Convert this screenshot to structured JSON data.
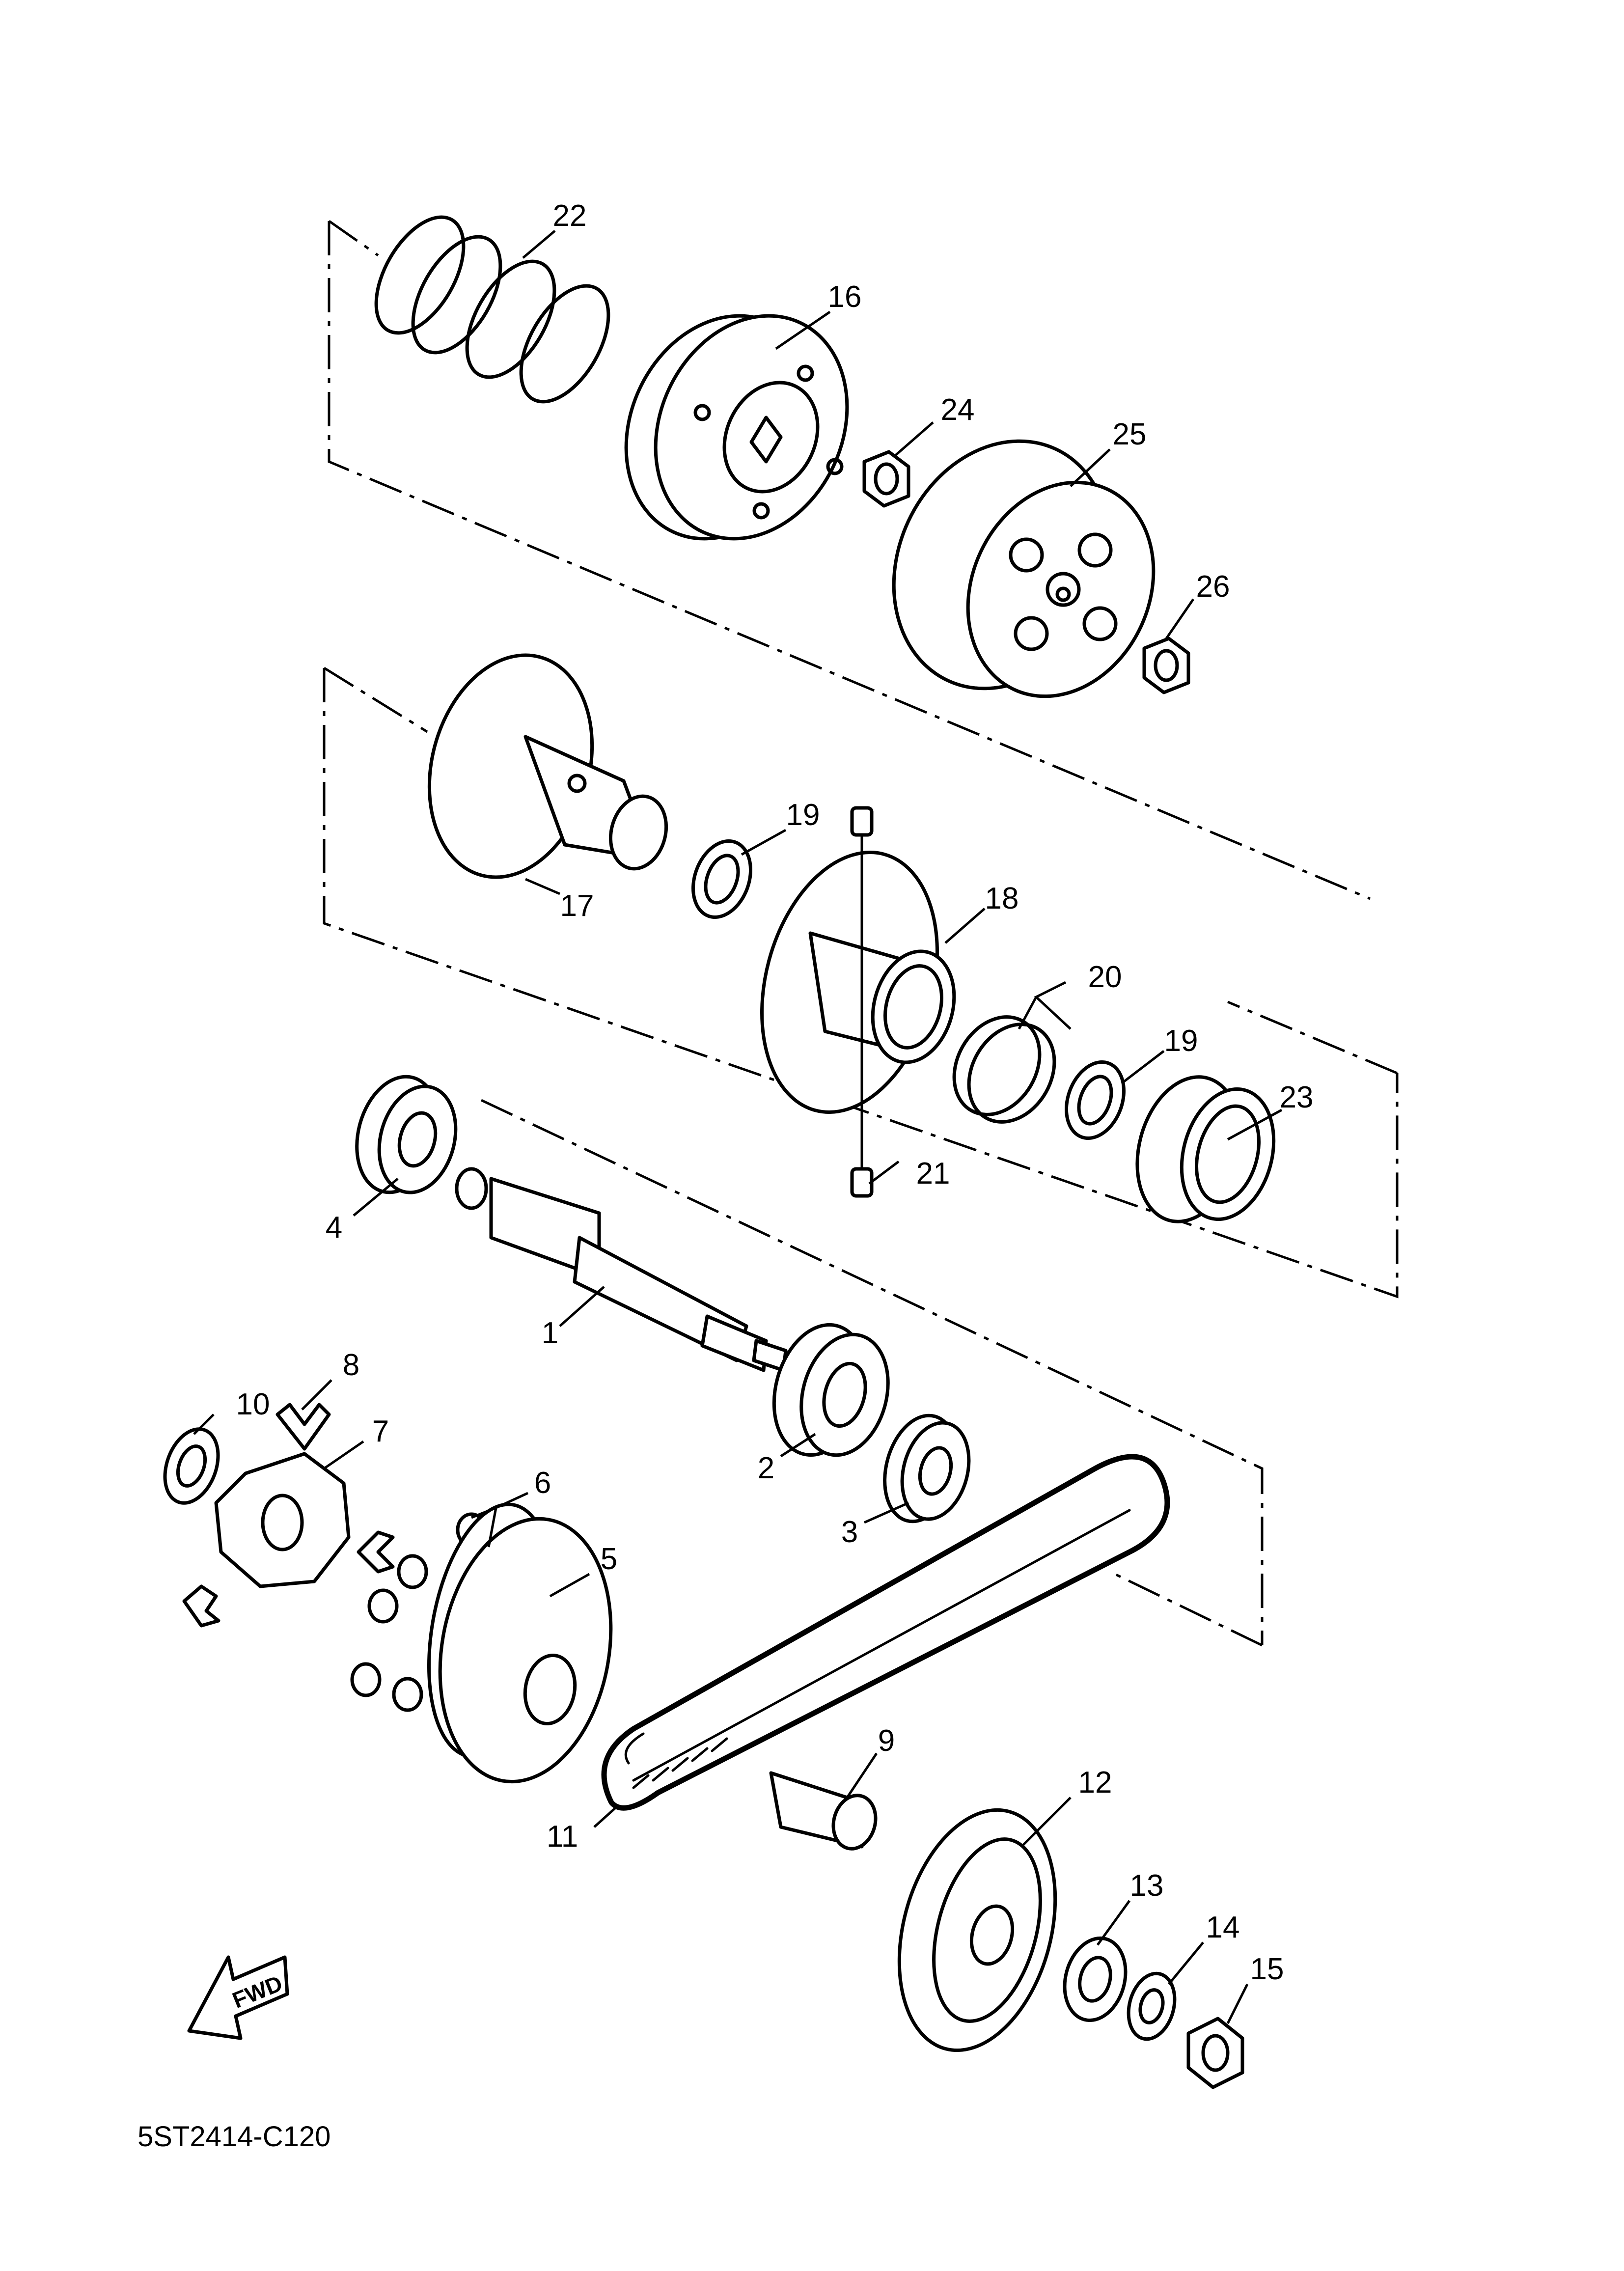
{
  "diagram": {
    "code": "5ST2414-C120",
    "direction_label": "FWD",
    "icons": [
      "fwd-arrow-icon"
    ],
    "callouts": [
      {
        "id": "p1",
        "text": "1"
      },
      {
        "id": "p2",
        "text": "2"
      },
      {
        "id": "p3",
        "text": "3"
      },
      {
        "id": "p4",
        "text": "4"
      },
      {
        "id": "p5",
        "text": "5"
      },
      {
        "id": "p6",
        "text": "6"
      },
      {
        "id": "p7",
        "text": "7"
      },
      {
        "id": "p8",
        "text": "8"
      },
      {
        "id": "p9",
        "text": "9"
      },
      {
        "id": "p10",
        "text": "10"
      },
      {
        "id": "p11",
        "text": "11"
      },
      {
        "id": "p12",
        "text": "12"
      },
      {
        "id": "p13",
        "text": "13"
      },
      {
        "id": "p14",
        "text": "14"
      },
      {
        "id": "p15",
        "text": "15"
      },
      {
        "id": "p16",
        "text": "16"
      },
      {
        "id": "p17",
        "text": "17"
      },
      {
        "id": "p18",
        "text": "18"
      },
      {
        "id": "p19a",
        "text": "19"
      },
      {
        "id": "p19b",
        "text": "19"
      },
      {
        "id": "p20",
        "text": "20"
      },
      {
        "id": "p21",
        "text": "21"
      },
      {
        "id": "p22",
        "text": "22"
      },
      {
        "id": "p23",
        "text": "23"
      },
      {
        "id": "p24",
        "text": "24"
      },
      {
        "id": "p25",
        "text": "25"
      },
      {
        "id": "p26",
        "text": "26"
      }
    ]
  }
}
